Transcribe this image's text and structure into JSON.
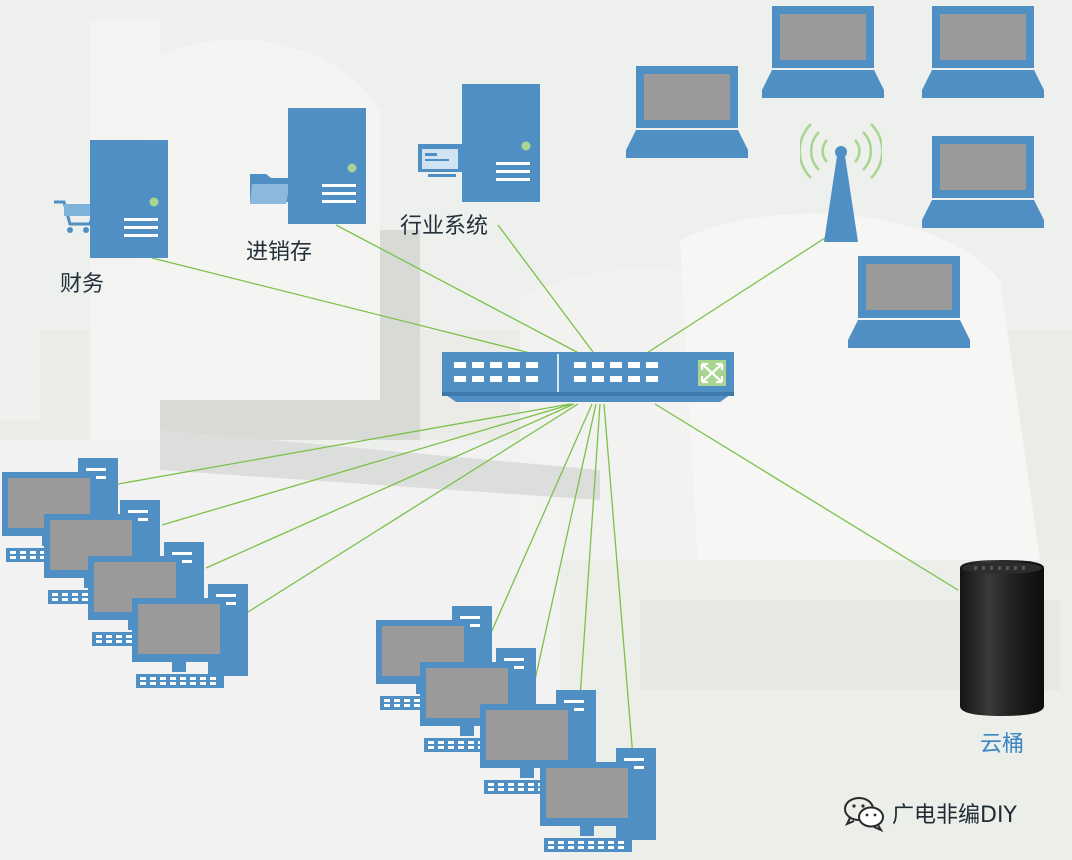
{
  "labels": {
    "finance": "财务",
    "inventory": "进销存",
    "industry_system": "行业系统",
    "cloud_bucket": "云桶"
  },
  "watermark": {
    "text": "广电非编DIY",
    "icon": "wechat-icon"
  },
  "colors": {
    "device_blue": "#4f8fc4",
    "screen_gray": "#9a9a9a",
    "link_green": "#7dc04a",
    "cloud_label": "#3a86c4"
  }
}
